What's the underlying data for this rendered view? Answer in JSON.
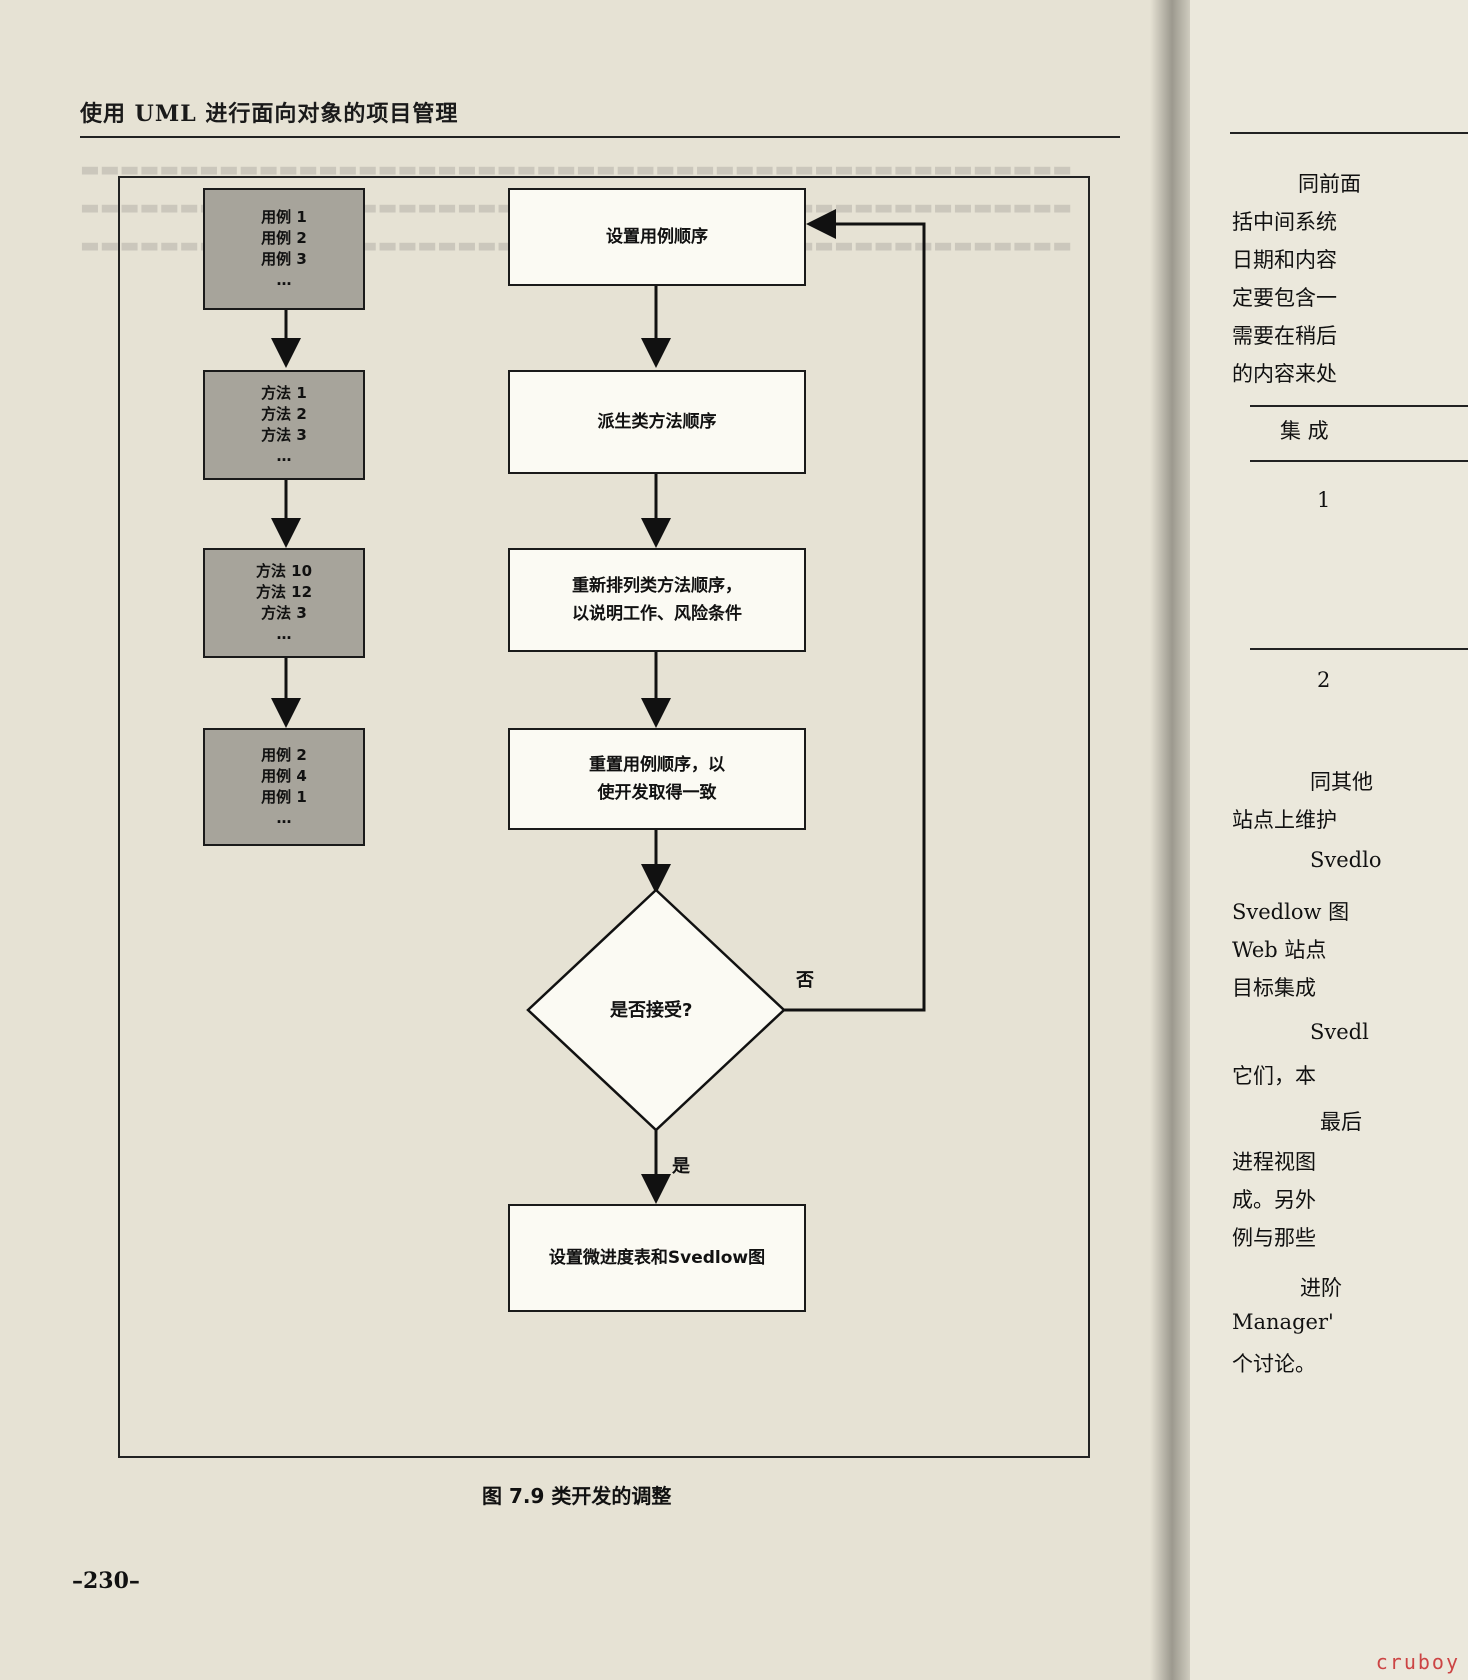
{
  "header": {
    "title": "使用 UML 进行面向对象的项目管理"
  },
  "diagram": {
    "use_case_blocks": [
      [
        "用例 1",
        "用例 2",
        "用例 3",
        "…"
      ],
      [
        "方法 1",
        "方法 2",
        "方法 3",
        "…"
      ],
      [
        "方法 10",
        "方法 12",
        "方法 3",
        "…"
      ],
      [
        "用例 2",
        "用例 4",
        "用例 1",
        "…"
      ]
    ],
    "process_steps": [
      [
        "设置用例顺序"
      ],
      [
        "派生类方法顺序"
      ],
      [
        "重新排列类方法顺序，",
        "以说明工作、风险条件"
      ],
      [
        "重置用例顺序，以",
        "使开发取得一致"
      ]
    ],
    "decision": "是否接受?",
    "no_label": "否",
    "yes_label": "是",
    "final_step": "设置微进度表和Svedlow图",
    "caption": "图 7.9   类开发的调整"
  },
  "page_number": "–230–",
  "right_page": {
    "lines": [
      "同前面",
      "括中间系统",
      "日期和内容",
      "定要包含一",
      "需要在稍后",
      "的内容来处",
      "集 成",
      "1",
      "2",
      "同其他",
      "站点上维护",
      "Svedlo",
      "Svedlow 图",
      "Web 站点",
      "目标集成",
      "Svedl",
      "它们，本",
      "最后",
      "进程视图",
      "成。另外",
      "例与那些",
      "进阶",
      "Manager'",
      "个讨论。"
    ]
  },
  "watermark": "cruboy"
}
